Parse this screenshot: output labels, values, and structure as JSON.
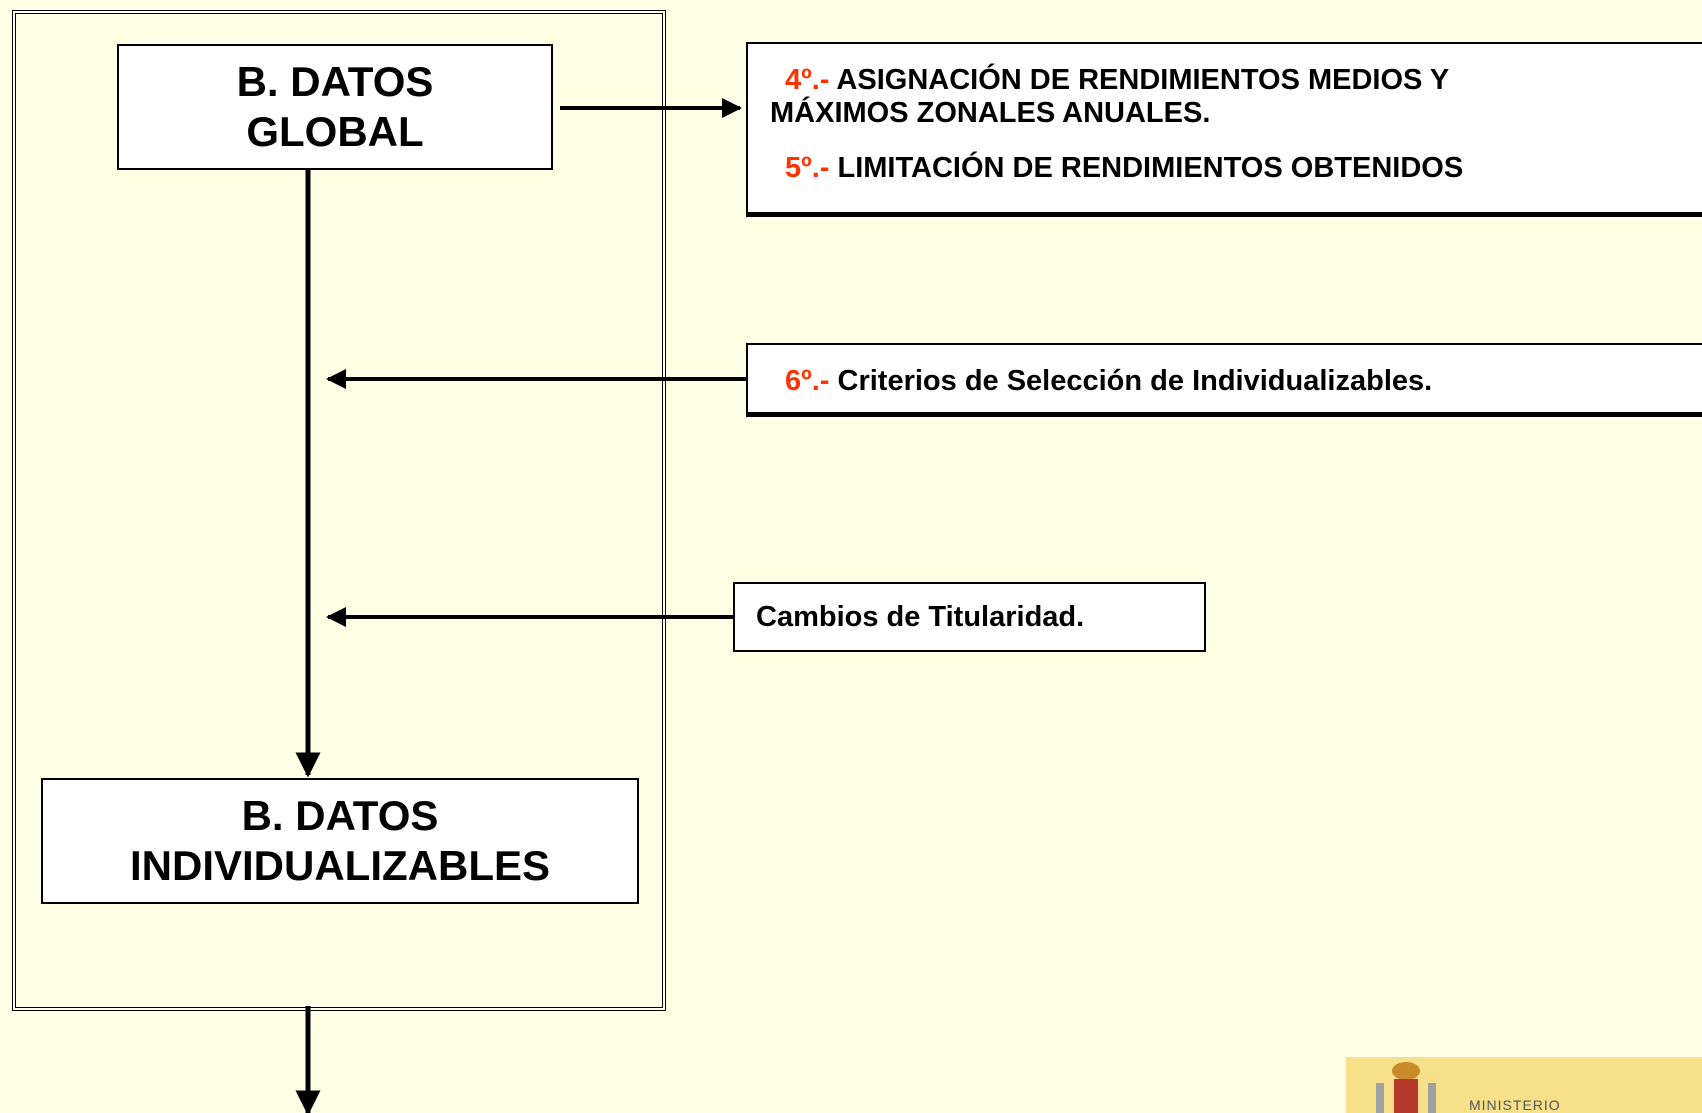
{
  "global_box": {
    "line1": "B. DATOS",
    "line2": "GLOBAL"
  },
  "individual_box": {
    "line1": "B. DATOS",
    "line2": "INDIVIDUALIZABLES"
  },
  "step4": {
    "number": "4º.-",
    "text_line1": "ASIGNACIÓN DE RENDIMIENTOS MEDIOS Y",
    "text_line2": "MÁXIMOS ZONALES ANUALES."
  },
  "step5": {
    "number": "5º.-",
    "text": "LIMITACIÓN DE RENDIMIENTOS OBTENIDOS"
  },
  "step6": {
    "number": "6º.-",
    "text": "Criterios de Selección de Individualizables."
  },
  "titularidad": {
    "text": "Cambios de Titularidad."
  },
  "logo": {
    "text": "MINISTERIO",
    "icon": "coat-of-arms-icon"
  },
  "colors": {
    "background": "#ffffe6",
    "step_number": "#ff3300",
    "logo_band": "#f6e08a"
  }
}
